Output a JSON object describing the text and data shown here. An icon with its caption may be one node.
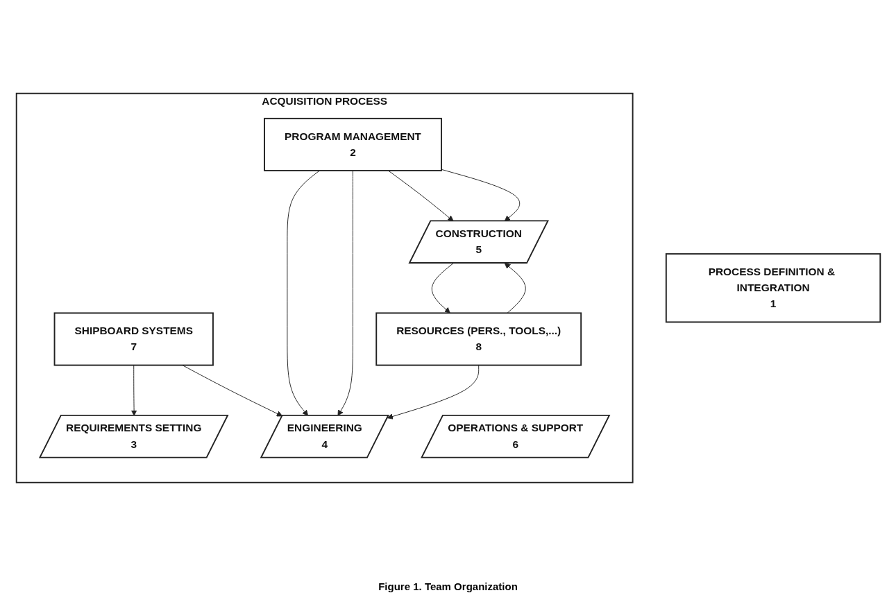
{
  "diagram": {
    "caption": "Figure 1. Team Organization",
    "nodes": [
      {
        "text": [
          "PROCESS DEFINITION & INTEGRATION",
          "1"
        ]
      },
      {
        "text": [
          "ACQUISITION PROCESS"
        ]
      },
      {
        "text": [
          "PROGRAM MANAGEMENT",
          "2"
        ],
        "in": 1
      },
      {
        "text": [
          "REQUIREMENTS SETTING",
          "3"
        ],
        "in": 1
      },
      {
        "text": [
          "ENGINEERING",
          "4"
        ],
        "in": 1
      },
      {
        "text": [
          "CONSTRUCTION",
          "5"
        ],
        "in": 1
      },
      {
        "text": [
          "OPERATIONS & SUPPORT",
          "6"
        ],
        "in": 1
      },
      {
        "text": [
          "SHIPBOARD SYSTEMS",
          "7"
        ],
        "in": 1
      },
      {
        "text": [
          "RESOURCES (PERS., TOOLS,...)",
          "8"
        ],
        "in": 1
      }
    ],
    "edges": [
      {
        "from": 2,
        "to": 4,
        "arrow": "to"
      },
      {
        "from": 2,
        "to": 4,
        "arrow": "to"
      },
      {
        "from": 2,
        "to": 5,
        "arrow": "to"
      },
      {
        "from": 2,
        "to": 5,
        "arrow": "to"
      },
      {
        "from": 7,
        "to": 3,
        "arrow": "to"
      },
      {
        "from": 7,
        "to": 4,
        "arrow": "to"
      },
      {
        "from": 8,
        "to": 4,
        "arrow": "to"
      },
      {
        "from": 8,
        "to": 5,
        "arrow": "to"
      },
      {
        "from": 5,
        "to": 8,
        "arrow": "to"
      }
    ]
  }
}
